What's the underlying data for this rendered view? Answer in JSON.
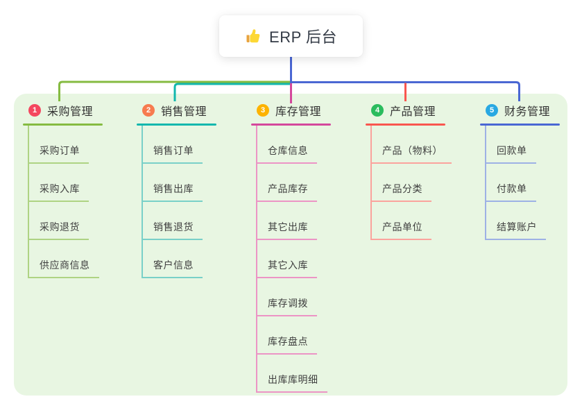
{
  "root": {
    "icon": "thumbs-up",
    "label": "ERP 后台"
  },
  "panel": {
    "background": "#e8f6e2"
  },
  "connector_color": "#4a67d3",
  "branches": [
    {
      "num": "1",
      "label": "采购管理",
      "badge_color": "#f4475f",
      "line_color": "#85bb41",
      "line_light": "#aed383",
      "items": [
        "采购订单",
        "采购入库",
        "采购退货",
        "供应商信息"
      ]
    },
    {
      "num": "2",
      "label": "销售管理",
      "badge_color": "#f77b4f",
      "line_color": "#12b7ad",
      "line_light": "#79d0c8",
      "items": [
        "销售订单",
        "销售出库",
        "销售退货",
        "客户信息"
      ]
    },
    {
      "num": "3",
      "label": "库存管理",
      "badge_color": "#fdb301",
      "line_color": "#d4489c",
      "line_light": "#ec94c5",
      "items": [
        "仓库信息",
        "产品库存",
        "其它出库",
        "其它入库",
        "库存调拨",
        "库存盘点",
        "出库库明细"
      ]
    },
    {
      "num": "4",
      "label": "产品管理",
      "badge_color": "#2bbc5e",
      "line_color": "#f9564f",
      "line_light": "#fba39d",
      "items": [
        "产品（物料）",
        "产品分类",
        "产品单位"
      ]
    },
    {
      "num": "5",
      "label": "财务管理",
      "badge_color": "#28a8e2",
      "line_color": "#4a67d3",
      "line_light": "#9db1e5",
      "items": [
        "回款单",
        "付款单",
        "结算账户"
      ]
    }
  ]
}
